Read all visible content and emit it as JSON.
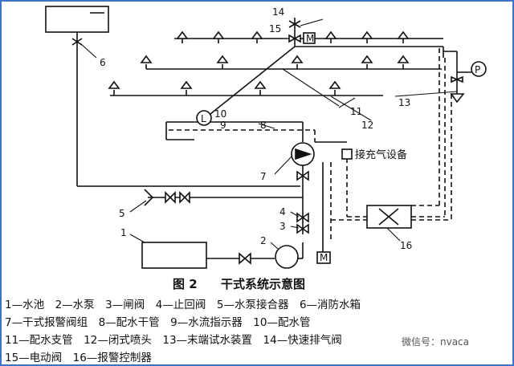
{
  "diagram": {
    "numbers": {
      "n1": "1",
      "n2": "2",
      "n3": "3",
      "n4": "4",
      "n5": "5",
      "n6": "6",
      "n7": "7",
      "n8": "8",
      "n9": "9",
      "n10": "10",
      "n11": "11",
      "n12": "12",
      "n13": "13",
      "n14": "14",
      "n15": "15",
      "n16": "16"
    },
    "pressure_gauge": "P",
    "motor_mark": "M",
    "lamp_mark": "L",
    "air_equipment_label": "接充气设备"
  },
  "caption": {
    "figure_no": "图 2",
    "title": "干式系统示意图"
  },
  "legend": {
    "row1": "1—水池　2—水泵　3—闸阀　4—止回阀　5—水泵接合器　6—消防水箱",
    "row2": "7—干式报警阀组　8—配水干管　9—水流指示器　10—配水管",
    "row3": "11—配水支管　12—闭式喷头　13—末端试水装置　14—快速排气阀",
    "row4": "15—电动阀　16—报警控制器"
  },
  "watermark": "微信号：nvaca"
}
